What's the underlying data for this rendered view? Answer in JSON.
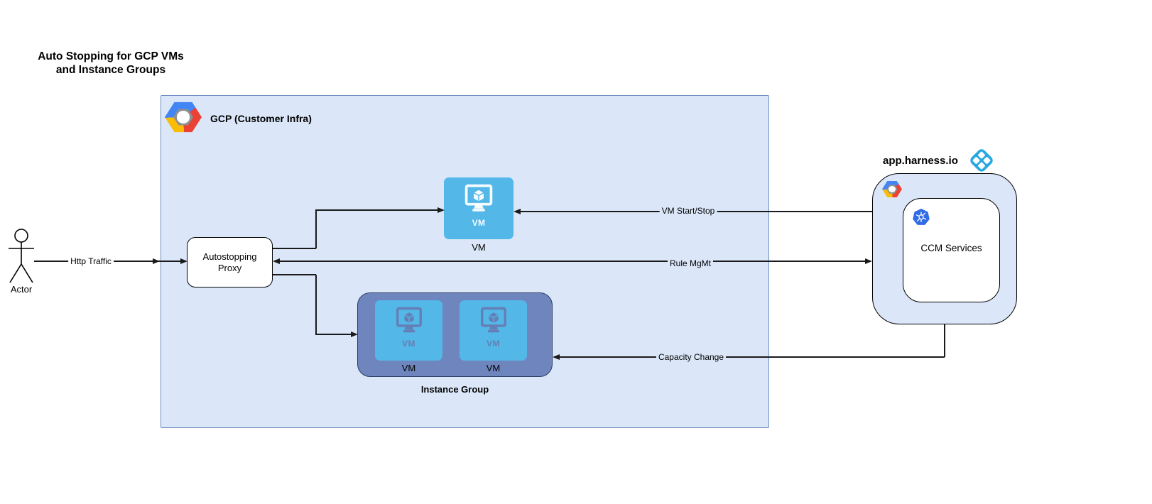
{
  "title": {
    "line1": "Auto Stopping for GCP VMs",
    "line2": "and Instance Groups"
  },
  "actor": {
    "label": "Actor"
  },
  "gcp_box": {
    "label": "GCP (Customer Infra)"
  },
  "proxy": {
    "label": "Autostopping Proxy"
  },
  "vm_node": {
    "inner_label": "VM",
    "caption": "VM"
  },
  "instance_group": {
    "caption": "Instance Group",
    "vms": [
      {
        "inner_label": "VM",
        "caption": "VM"
      },
      {
        "inner_label": "VM",
        "caption": "VM"
      }
    ]
  },
  "harness": {
    "domain_label": "app.harness.io",
    "ccm_label": "CCM Services"
  },
  "edges": {
    "http_traffic": "Http Traffic",
    "vm_start_stop": "VM Start/Stop",
    "rule_mgmt": "Rule MgMt",
    "capacity_change": "Capacity Change"
  },
  "icons": {
    "gcp_logo": "gcp-hexagon-logo",
    "gcp_logo_small": "gcp-hexagon-logo",
    "harness_logo": "harness-diamond-logo",
    "kubernetes_logo": "kubernetes-helm-logo",
    "vm_icon": "vm-monitor-cube-icon",
    "actor_icon": "uml-actor-stick-figure"
  },
  "colors": {
    "gcp_box_fill": "#dbe7f9",
    "gcp_box_border": "#6c8ebf",
    "vm_blue": "#53b7e8",
    "instance_group_fill": "#6e86bd",
    "instance_group_border": "#2c3e63",
    "harness_blue": "#29a8e0",
    "kubernetes_blue": "#326ce5",
    "google_blue": "#4285f4",
    "google_red": "#ea4335",
    "google_yellow": "#fbbc05",
    "edge_color": "#1a1a1a"
  }
}
